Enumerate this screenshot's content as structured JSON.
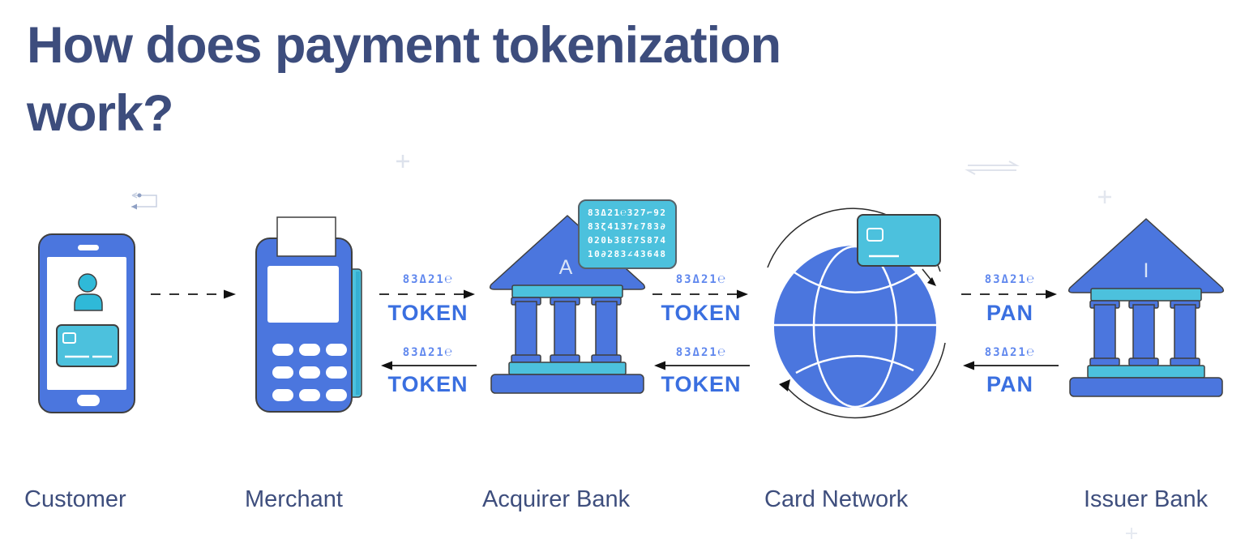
{
  "title": "How does payment tokenization work?",
  "entities": [
    {
      "id": "customer",
      "label": "Customer"
    },
    {
      "id": "merchant",
      "label": "Merchant"
    },
    {
      "id": "acquirer-bank",
      "label": "Acquirer Bank",
      "roof_letter": "A"
    },
    {
      "id": "card-network",
      "label": "Card Network"
    },
    {
      "id": "issuer-bank",
      "label": "Issuer Bank",
      "roof_letter": "I"
    }
  ],
  "token_block": {
    "lines": [
      "83Δ21℮327⌐92",
      "83ζ4137ɛ783∂",
      "020Ь38Ɛ7S874",
      "10∂283∠43648"
    ]
  },
  "exchanges": [
    {
      "between": "merchant-acquirer",
      "forward": {
        "code": "83Δ21℮",
        "label": "TOKEN"
      },
      "return": {
        "code": "83Δ21℮",
        "label": "TOKEN"
      }
    },
    {
      "between": "acquirer-network",
      "forward": {
        "code": "83Δ21℮",
        "label": "TOKEN"
      },
      "return": {
        "code": "83Δ21℮",
        "label": "TOKEN"
      }
    },
    {
      "between": "network-issuer",
      "forward": {
        "code": "83Δ21℮",
        "label": "PAN"
      },
      "return": {
        "code": "83Δ21℮",
        "label": "PAN"
      }
    }
  ],
  "colors": {
    "background": "#ffffff",
    "primary_blue": "#4b76de",
    "teal": "#4cc1dd",
    "navy_text": "#3d4d7d",
    "flow_label_blue": "#3a6fe0",
    "code_blue": "#5f87ee"
  }
}
